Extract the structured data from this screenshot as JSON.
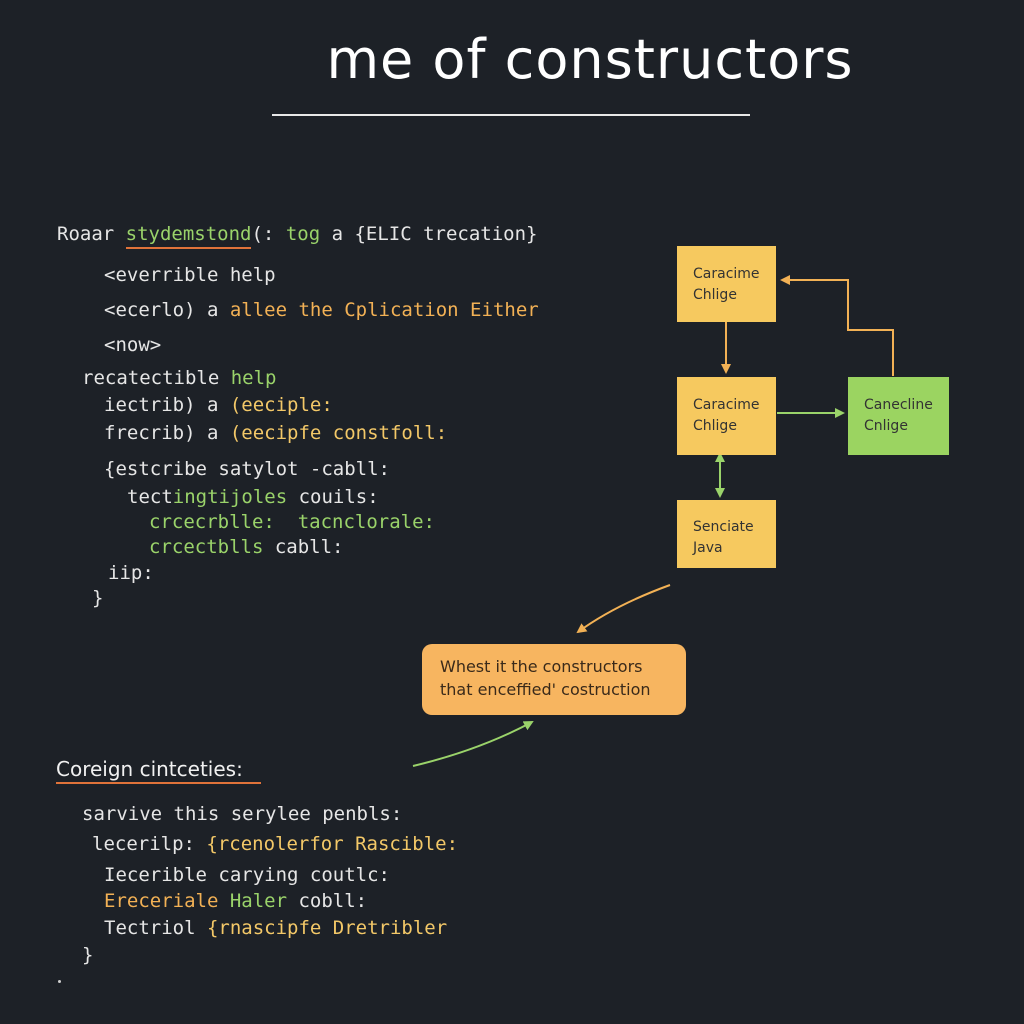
{
  "title": "me of constructors",
  "code": {
    "l1_a": "Roaar ",
    "l1_b": "stydemstond",
    "l1_c": "(: ",
    "l1_d": "tog",
    "l1_e": " a {ELIC trecation}",
    "l2": "<everrible help",
    "l3_a": "<ecerlo) a ",
    "l3_b": "allee the Cplication Either",
    "l4": "<now>",
    "l5_a": "recatectible ",
    "l5_b": "help",
    "l6_a": "iectrib) a ",
    "l6_b": "(eeciple:",
    "l7_a": "frecrib) a ",
    "l7_b": "(eecipfe constfoll:",
    "l8": "{estcribe satylot -cabll:",
    "l9_a": "tect",
    "l9_b": "ingtijoles",
    "l9_c": " couils:",
    "l10_a": "crcecrblle:",
    "l10_b": "  tacnclorale:",
    "l11_a": "crcectblls",
    "l11_b": " cabll:",
    "l12": "iip:",
    "l13": "}"
  },
  "section": {
    "heading": "Coreign cintceties:",
    "s1": "sarvive this serylee penbls:",
    "s2_a": "lecerilp: ",
    "s2_b": "{rcenolerfor Rascible:",
    "s3": "Iecerible carying coutlc:",
    "s4_a": "Ereceriale ",
    "s4_b": "Haler",
    "s4_c": " cobll:",
    "s5_a": "Tectriol ",
    "s5_b": "{rnascipfe Dretribler",
    "s6": "}"
  },
  "diagram": {
    "box1_line1": "Caracime",
    "box1_line2": "Chlige",
    "box2_line1": "Caracime",
    "box2_line2": "Chlige",
    "box3_line1": "Canecline",
    "box3_line2": "Cnlige",
    "box4_line1": "Senciate",
    "box4_line2": "Java",
    "callout_line1": "Whest it the constructors",
    "callout_line2": "that enceffied' costruction"
  },
  "colors": {
    "background": "#1d2127",
    "box_yellow": "#f6c95f",
    "box_green": "#9bd461",
    "callout": "#f7b560",
    "accent_green": "#9ad36a",
    "accent_orange": "#f2b155",
    "underline": "#e0733a"
  }
}
